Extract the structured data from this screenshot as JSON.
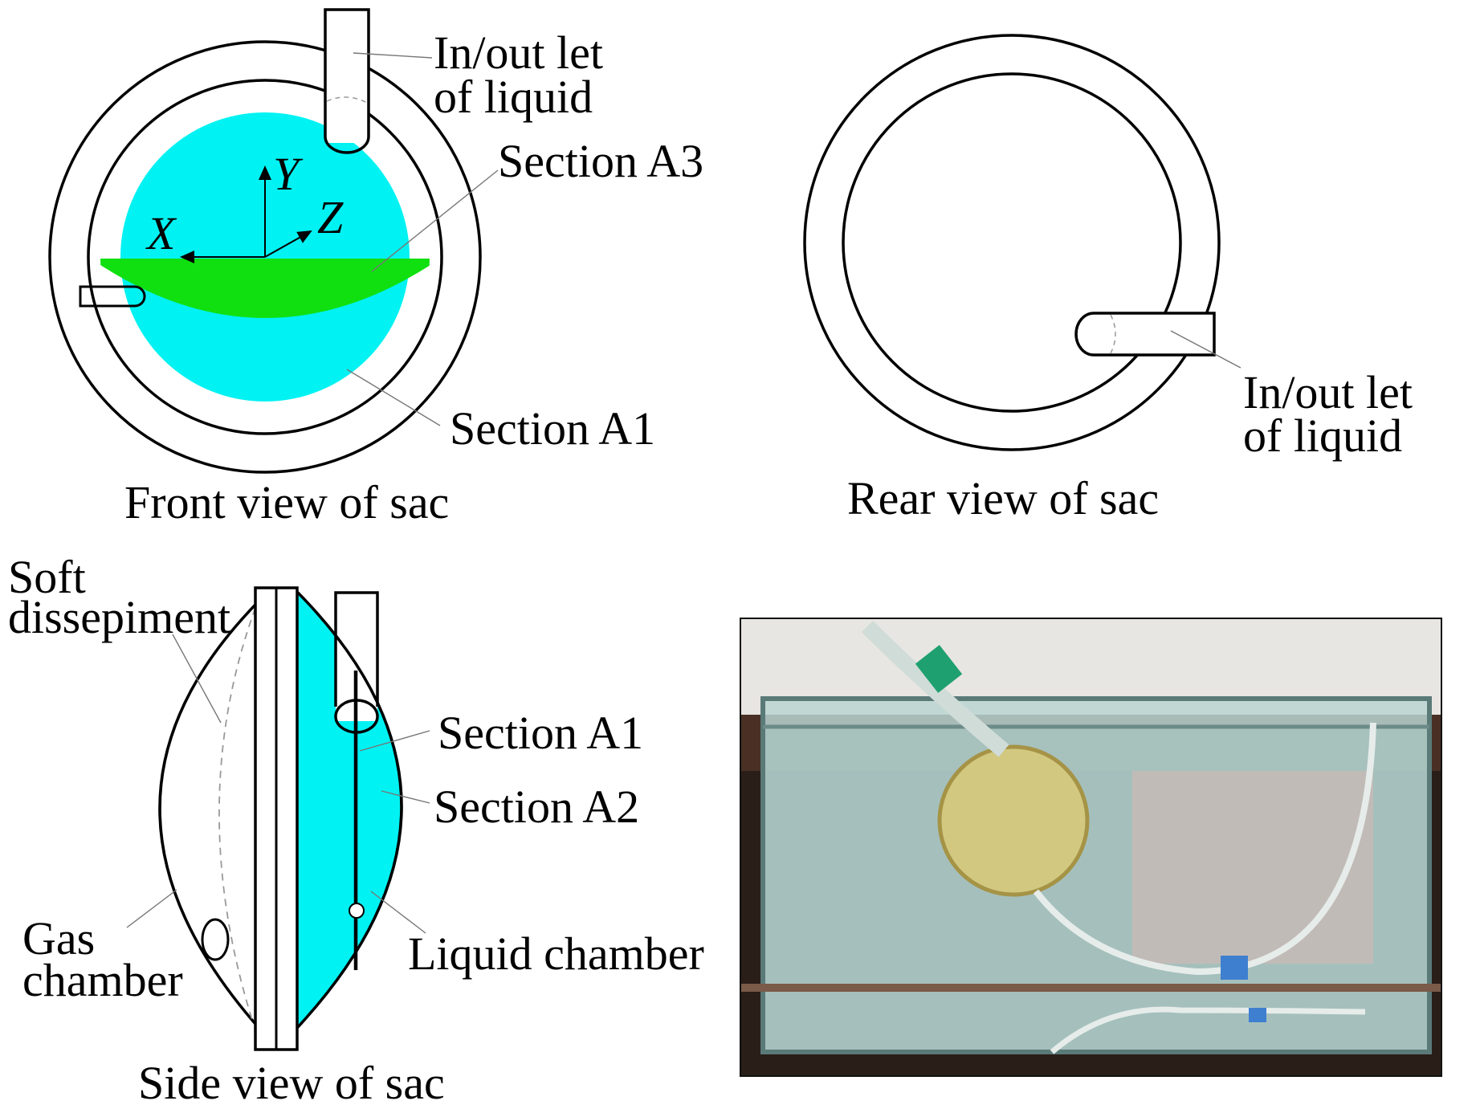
{
  "colors": {
    "liquid": "#00f2f2",
    "section_a3": "#10e010",
    "outline": "#000000",
    "leader": "#777777",
    "photo_frame": "#1a1210",
    "photo_glass": "#b9d4d0",
    "photo_sac": "#d7c97a"
  },
  "front_view": {
    "caption": "Front view of sac",
    "inlet_label_line1": "In/out let",
    "inlet_label_line2": "of liquid",
    "section_a3": "Section A3",
    "section_a1": "Section A1",
    "axis_x": "X",
    "axis_y": "Y",
    "axis_z": "Z"
  },
  "rear_view": {
    "caption": "Rear view of sac",
    "inlet_label_line1": "In/out let",
    "inlet_label_line2": "of liquid"
  },
  "side_view": {
    "caption": "Side view of sac",
    "soft_line1": "Soft",
    "soft_line2": "dissepiment",
    "section_a1": "Section A1",
    "section_a2": "Section A2",
    "liquid_chamber": "Liquid chamber",
    "gas_line1": "Gas",
    "gas_line2": "chamber"
  },
  "photo": {
    "icon": "photograph-of-sac-in-water-tank"
  }
}
